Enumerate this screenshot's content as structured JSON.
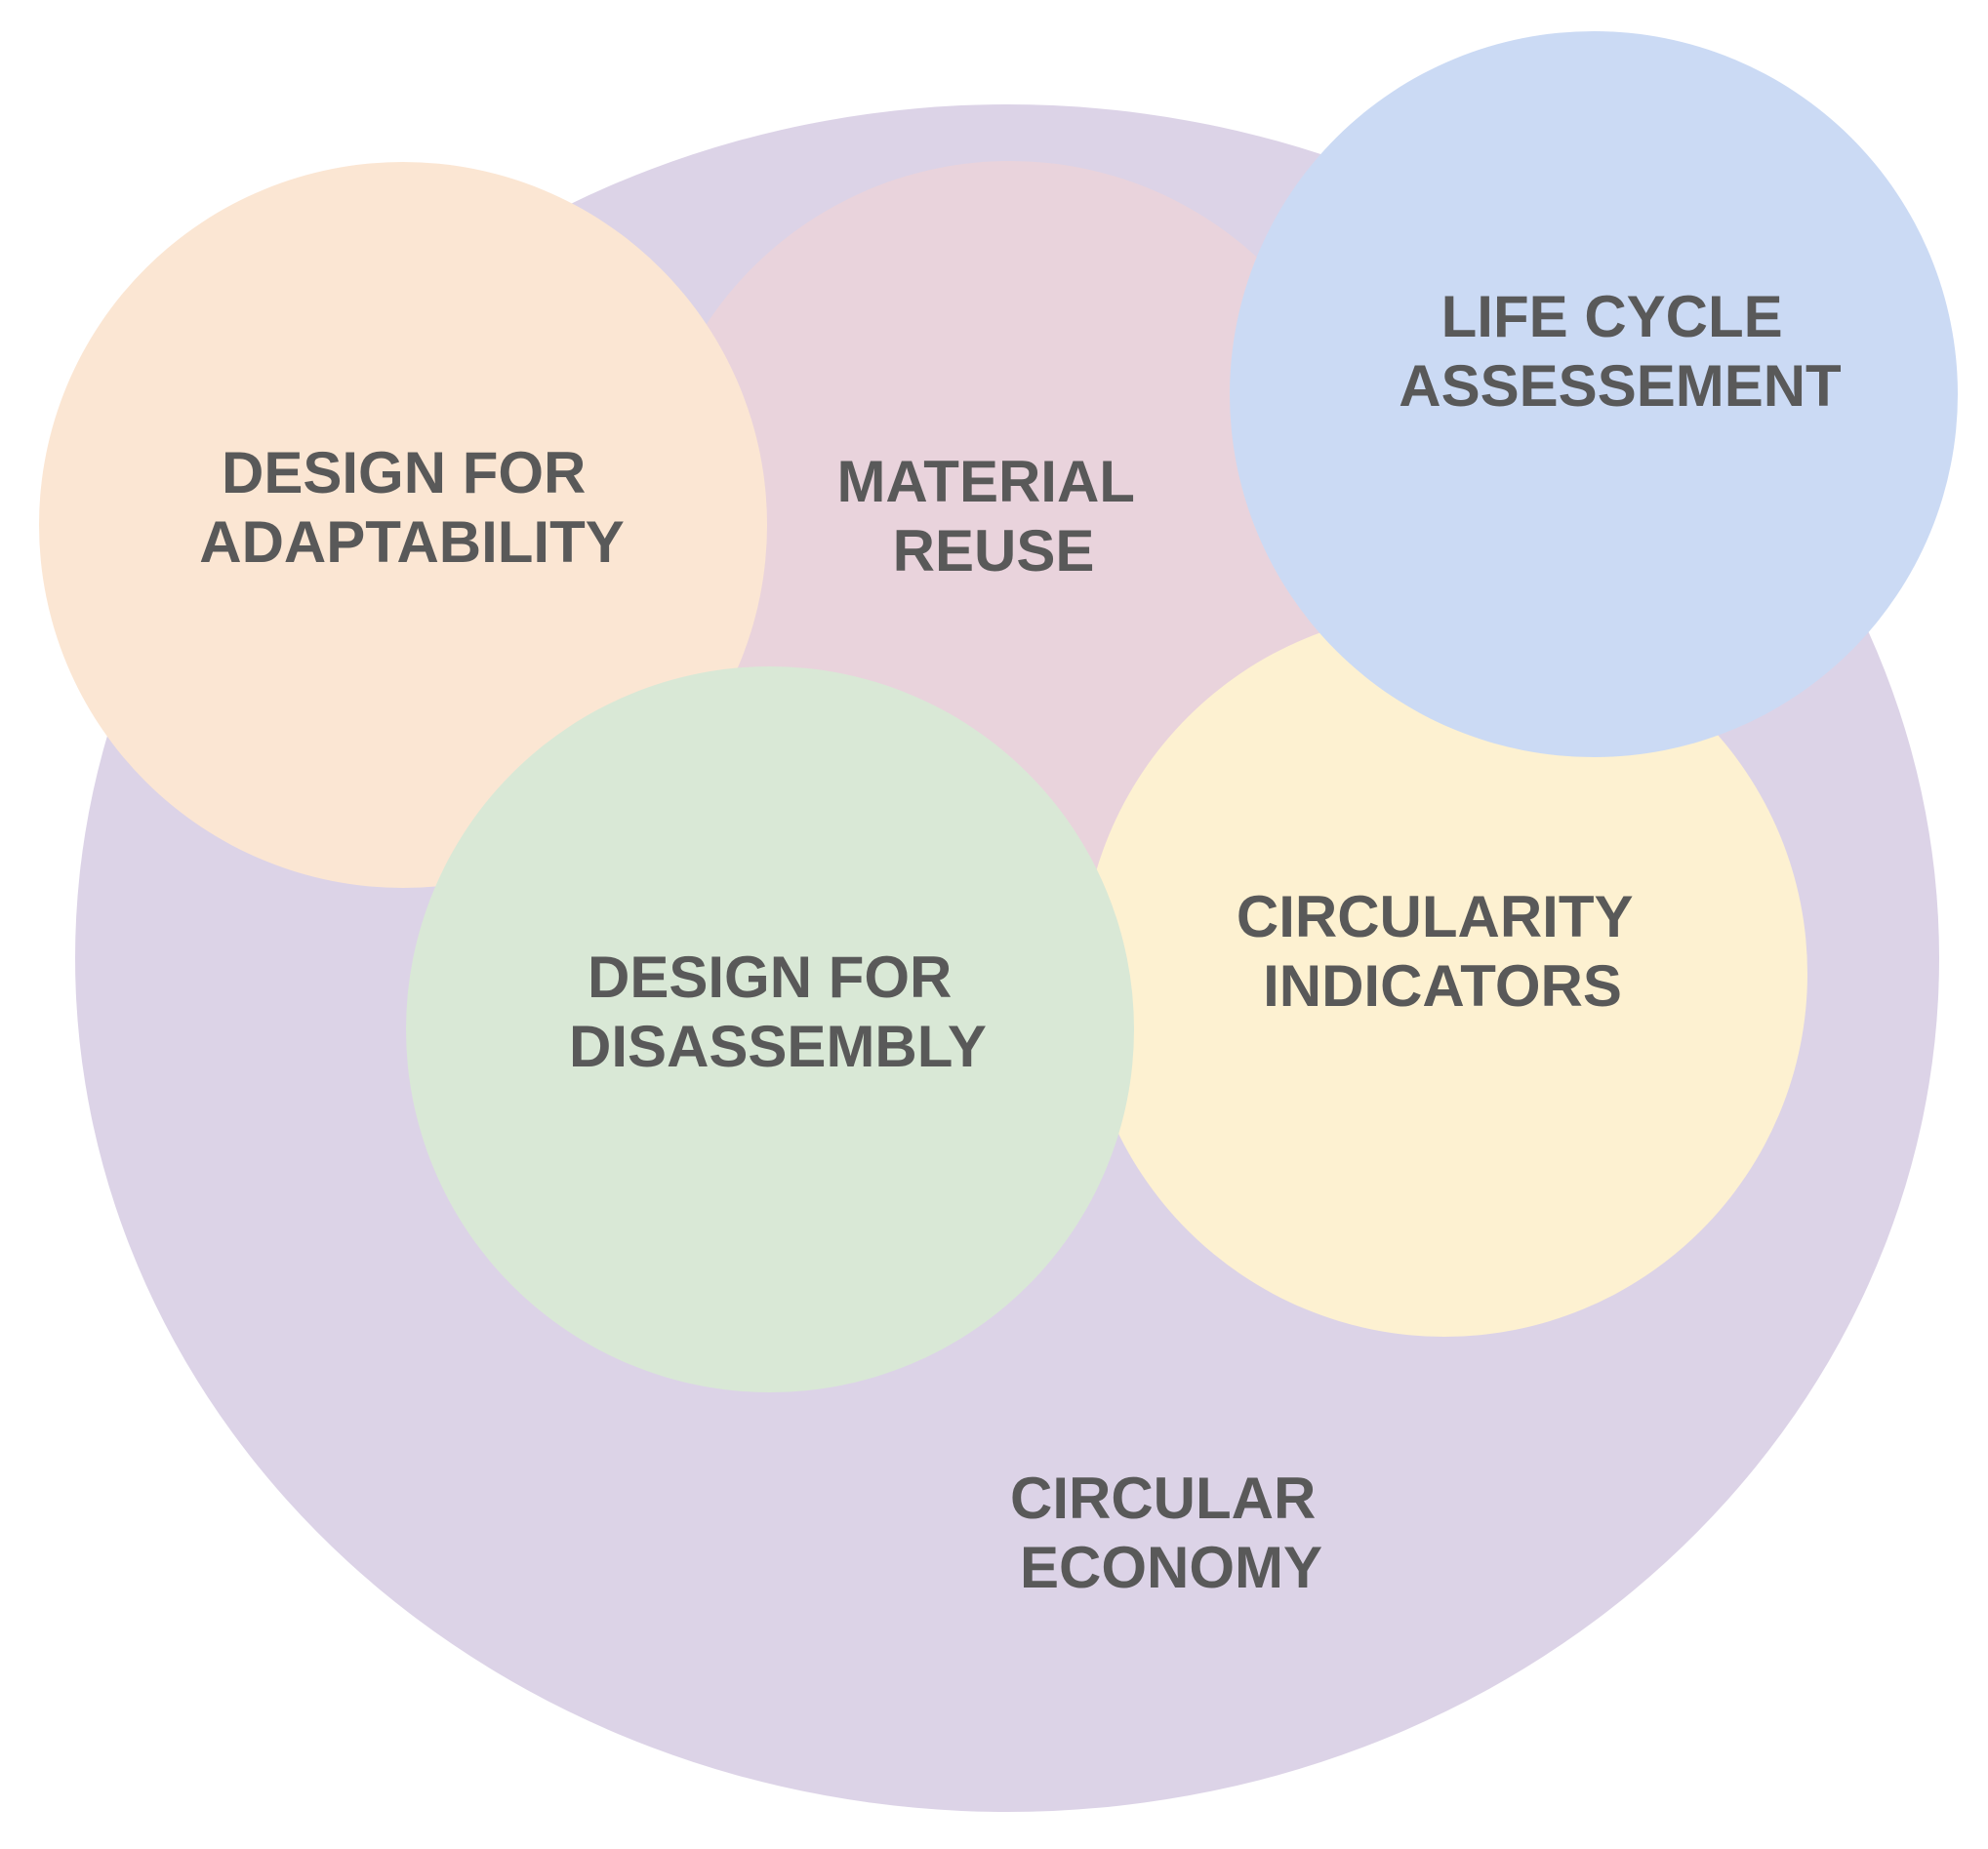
{
  "diagram": {
    "background": "#ffffff",
    "text_color": "#595959",
    "circles": [
      {
        "id": "circular-economy",
        "label_lines": [
          "CIRCULAR",
          "ECONOMY"
        ],
        "fill": "#dcd3e7"
      },
      {
        "id": "material-reuse",
        "label_lines": [
          "MATERIAL",
          "REUSE"
        ],
        "fill": "#e9d3dc"
      },
      {
        "id": "design-for-adaptability",
        "label_lines": [
          "DESIGN FOR",
          "ADAPTABILITY"
        ],
        "fill": "#fbe6d3"
      },
      {
        "id": "circularity-indicators",
        "label_lines": [
          "CIRCULARITY",
          "INDICATORS"
        ],
        "fill": "#fdf1d1"
      },
      {
        "id": "design-for-disassembly",
        "label_lines": [
          "DESIGN FOR",
          "DISASSEMBLY"
        ],
        "fill": "#d9e8d6"
      },
      {
        "id": "life-cycle-assessement",
        "label_lines": [
          "LIFE CYCLE",
          "ASSESSEMENT"
        ],
        "fill": "#cbdaf4"
      }
    ]
  }
}
